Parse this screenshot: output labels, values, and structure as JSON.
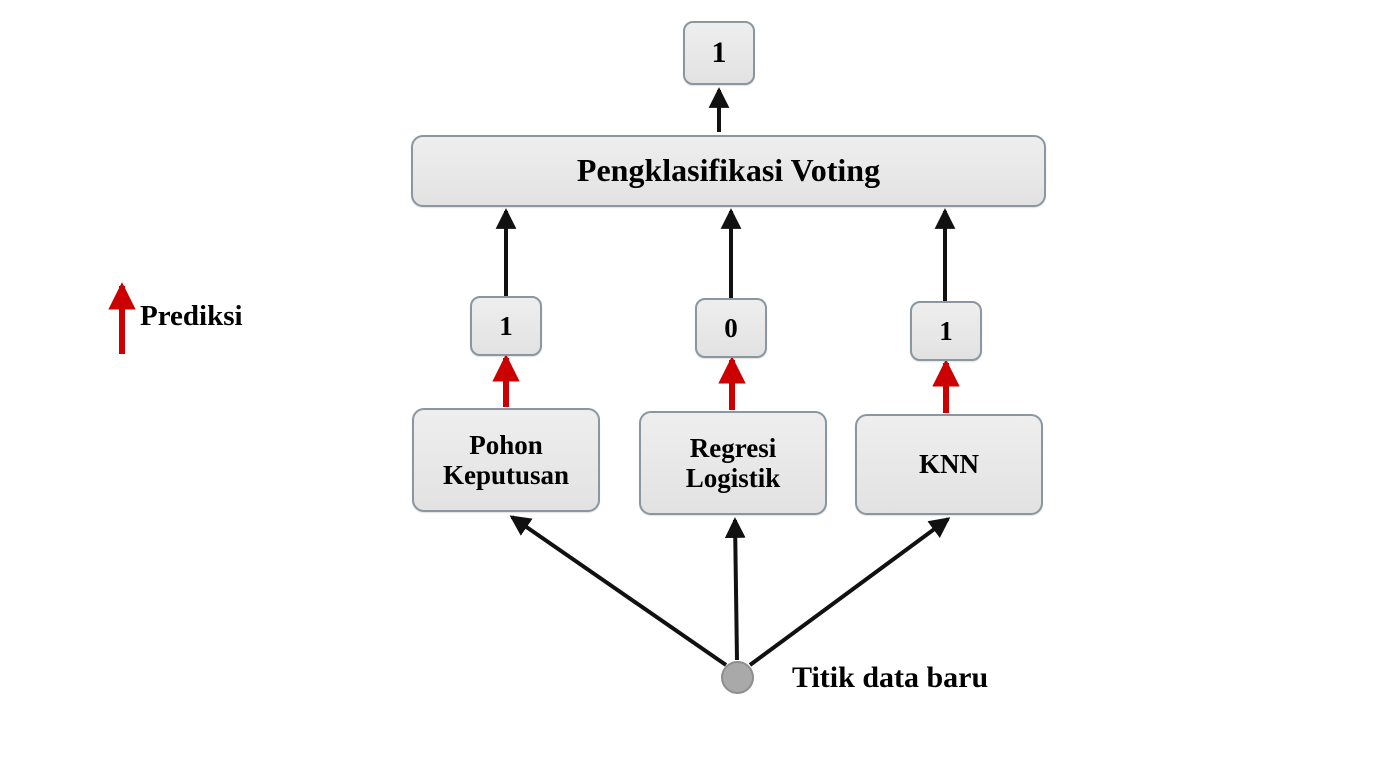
{
  "diagram": {
    "title": "Voting Classifier Prediction Flow",
    "colors": {
      "prediction_arrow": "#cc0000",
      "data_arrow": "#111111",
      "node_fill": "#ebebeb",
      "node_border": "#8a97a0",
      "datapoint_fill": "#a9a9a9",
      "text": "#000000",
      "background": "#ffffff"
    },
    "final_output": {
      "label": "1"
    },
    "voting_classifier": {
      "label": "Pengklasifikasi Voting"
    },
    "predictions": [
      {
        "label": "1"
      },
      {
        "label": "0"
      },
      {
        "label": "1"
      }
    ],
    "models": [
      {
        "label": "Pohon Keputusan",
        "line1": "Pohon",
        "line2": "Keputusan"
      },
      {
        "label": "Regresi Logistik",
        "line1": "Regresi",
        "line2": "Logistik"
      },
      {
        "label": "KNN",
        "line1": "KNN",
        "line2": ""
      }
    ],
    "legend": {
      "label": "Prediksi",
      "arrow_icon": "up-arrow-icon"
    },
    "datapoint": {
      "label": "Titik data baru",
      "icon": "circle-node-icon"
    }
  }
}
